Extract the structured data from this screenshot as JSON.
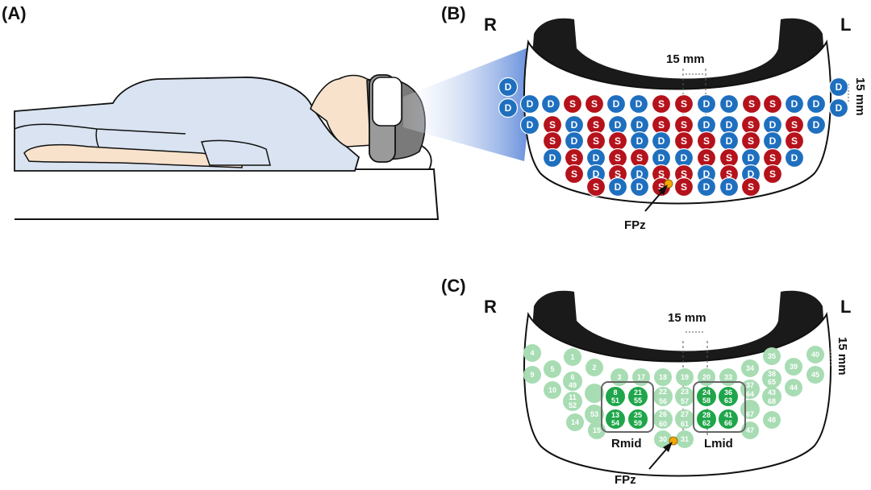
{
  "panels": {
    "a_label": "(A)",
    "b_label": "(B)",
    "c_label": "(C)"
  },
  "sides": {
    "right": "R",
    "left": "L"
  },
  "dimensions": {
    "horizontal": "15 mm",
    "vertical": "15 mm"
  },
  "landmark": "FPz",
  "optodes": {
    "source_letter": "S",
    "detector_letter": "D",
    "colors": {
      "source": "#b5121b",
      "detector": "#1f6fbf",
      "fpz_marker": "#f5a800"
    }
  },
  "channels": {
    "colors": {
      "pale": "#a8dcb3",
      "highlight": "#1fa64a"
    },
    "regions": [
      {
        "name": "Rmid",
        "ids": [
          "8",
          "21",
          "51",
          "55",
          "13",
          "25",
          "54",
          "59"
        ]
      },
      {
        "name": "Lmid",
        "ids": [
          "24",
          "36",
          "58",
          "63",
          "28",
          "41",
          "62",
          "66"
        ]
      }
    ],
    "visible_ids": [
      "1",
      "2",
      "3",
      "4",
      "5",
      "6",
      "8",
      "9",
      "10",
      "11",
      "13",
      "14",
      "15",
      "17",
      "18",
      "19",
      "20",
      "21",
      "22",
      "23",
      "24",
      "25",
      "26",
      "27",
      "28",
      "30",
      "31",
      "33",
      "34",
      "35",
      "36",
      "37",
      "38",
      "39",
      "40",
      "41",
      "43",
      "44",
      "45",
      "47",
      "48",
      "49",
      "51",
      "52",
      "53",
      "54",
      "55",
      "56",
      "57",
      "58",
      "59",
      "60",
      "61",
      "62",
      "63",
      "64",
      "65",
      "66",
      "67",
      "68"
    ]
  }
}
